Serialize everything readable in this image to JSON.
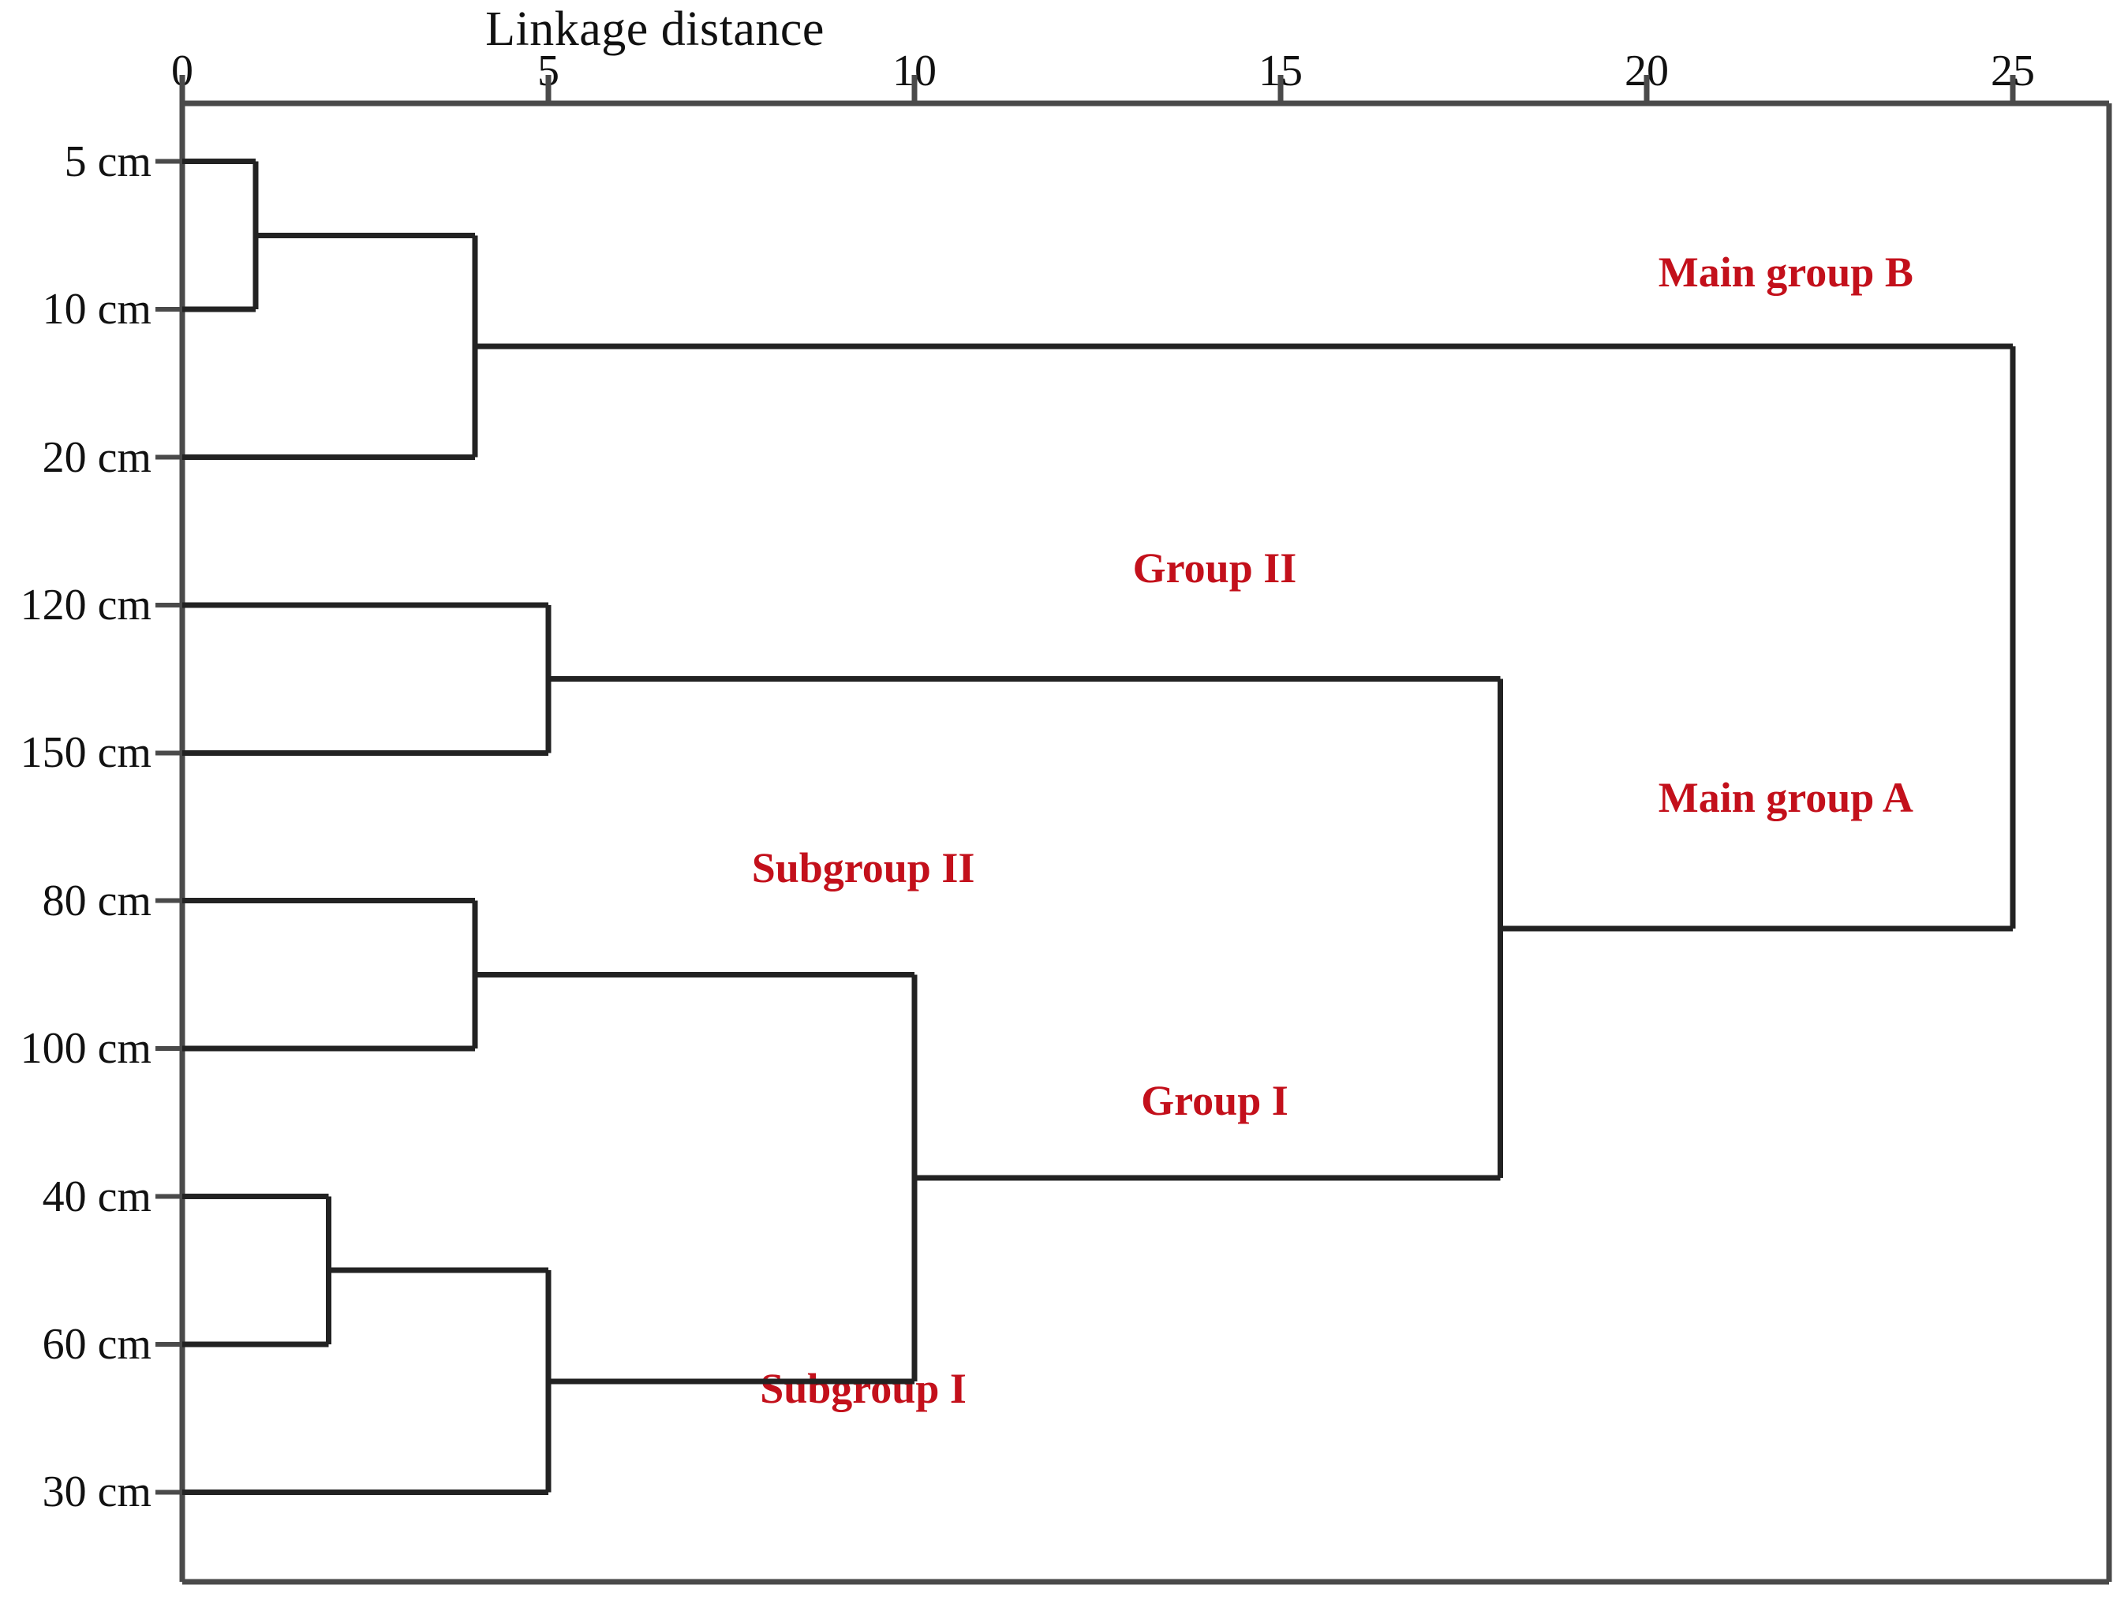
{
  "chart_data": {
    "type": "dendrogram",
    "title": "Linkage distance",
    "xlabel": "Linkage distance",
    "ylabel": "",
    "xlim": [
      0,
      26.3
    ],
    "x_ticks": [
      0,
      5,
      10,
      15,
      20,
      25
    ],
    "x_tick_labels": [
      "0",
      "5",
      "10",
      "15",
      "20",
      "25"
    ],
    "grid": false,
    "leaves": [
      {
        "label": "5 cm",
        "order": 0
      },
      {
        "label": "10 cm",
        "order": 1
      },
      {
        "label": "20 cm",
        "order": 2
      },
      {
        "label": "120 cm",
        "order": 3
      },
      {
        "label": "150 cm",
        "order": 4
      },
      {
        "label": "80 cm",
        "order": 5
      },
      {
        "label": "100 cm",
        "order": 6
      },
      {
        "label": "40 cm",
        "order": 7
      },
      {
        "label": "60 cm",
        "order": 8
      },
      {
        "label": "30 cm",
        "order": 9
      }
    ],
    "merges": [
      {
        "id": "m1",
        "children": [
          "5 cm",
          "10 cm"
        ],
        "distance": 1.0
      },
      {
        "id": "m2",
        "children": [
          "m1",
          "20 cm"
        ],
        "distance": 4.0
      },
      {
        "id": "m3",
        "children": [
          "120 cm",
          "150 cm"
        ],
        "distance": 5.0
      },
      {
        "id": "m4",
        "children": [
          "80 cm",
          "100 cm"
        ],
        "distance": 4.0
      },
      {
        "id": "m5",
        "children": [
          "40 cm",
          "60 cm"
        ],
        "distance": 2.0
      },
      {
        "id": "m6",
        "children": [
          "m5",
          "30 cm"
        ],
        "distance": 5.0
      },
      {
        "id": "m7",
        "children": [
          "m4",
          "m6"
        ],
        "distance": 10.0
      },
      {
        "id": "m8",
        "children": [
          "m3",
          "m7"
        ],
        "distance": 18.0
      },
      {
        "id": "m9",
        "children": [
          "m2",
          "m8"
        ],
        "distance": 25.0
      }
    ],
    "annotations": [
      {
        "text": "Main group B",
        "x": 21.9,
        "y_leaf_index": 0.75,
        "color": "#C3101B"
      },
      {
        "text": "Group II",
        "x": 14.1,
        "y_leaf_index": 2.75,
        "color": "#C3101B"
      },
      {
        "text": "Main group A",
        "x": 21.9,
        "y_leaf_index": 4.3,
        "color": "#C3101B"
      },
      {
        "text": "Subgroup II",
        "x": 9.3,
        "y_leaf_index": 4.78,
        "color": "#C3101B"
      },
      {
        "text": "Group I",
        "x": 14.1,
        "y_leaf_index": 6.35,
        "color": "#C3101B"
      },
      {
        "text": "Subgroup I",
        "x": 9.3,
        "y_leaf_index": 8.3,
        "color": "#C3101B"
      }
    ],
    "colors": {
      "line": "#222222",
      "axis": "#4a4a4a",
      "annotation": "#C3101B",
      "background": "#ffffff"
    }
  }
}
